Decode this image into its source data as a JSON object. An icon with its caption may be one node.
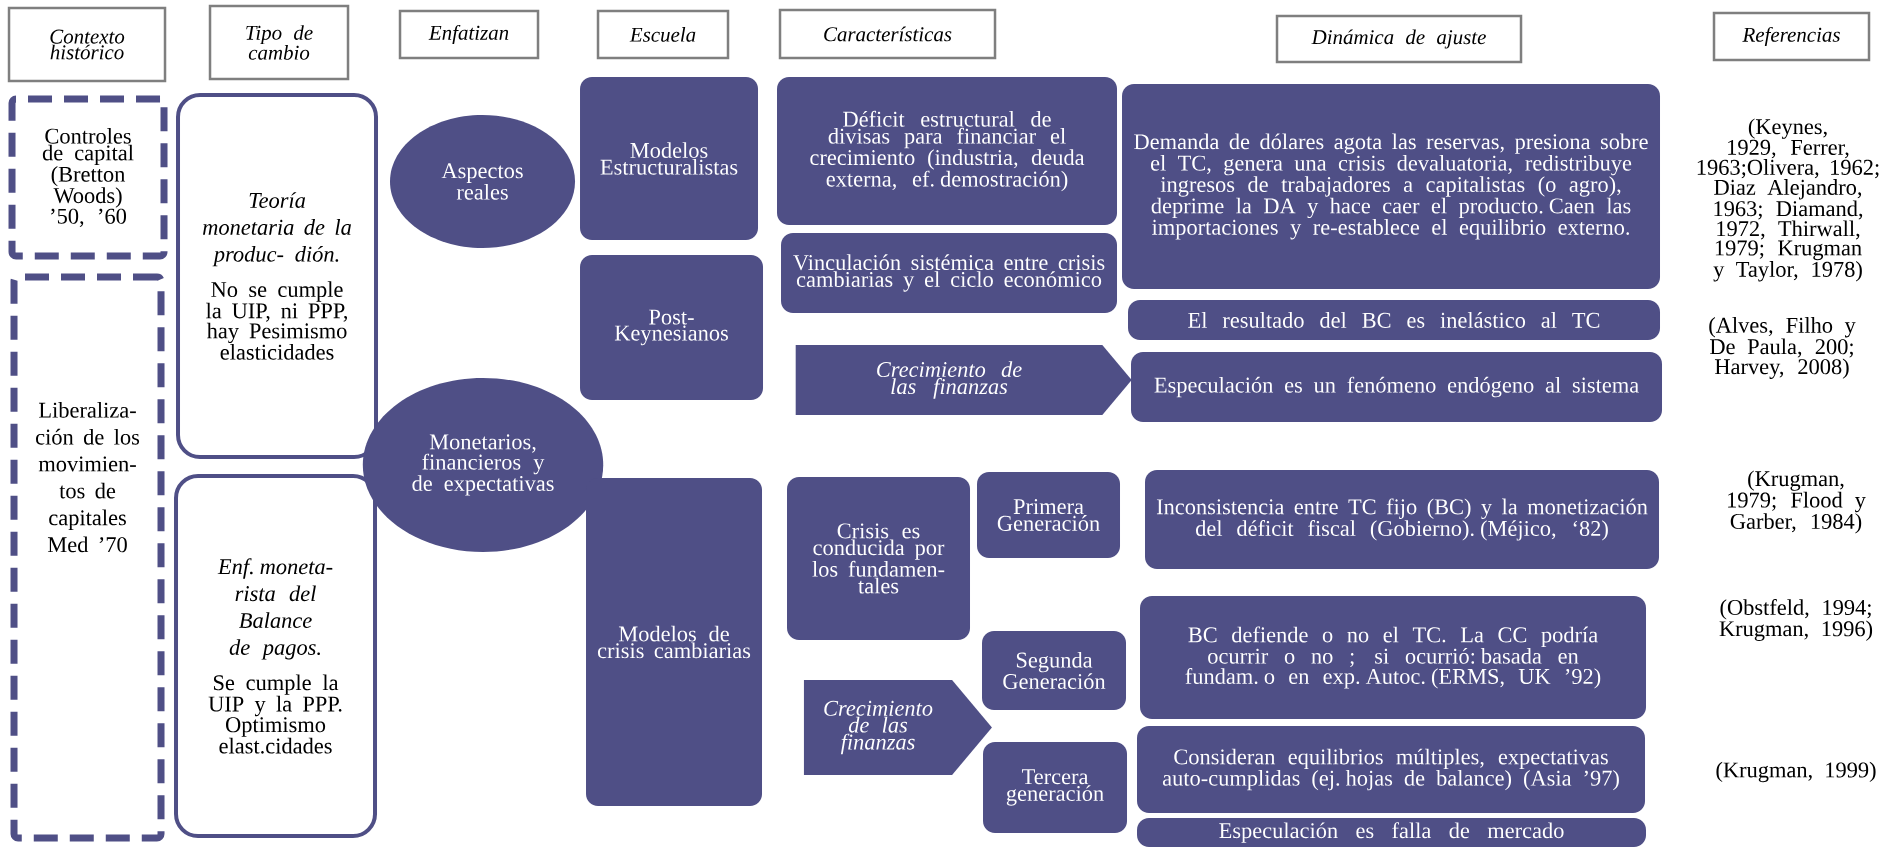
{
  "diagram": {
    "nodes": [
      {
        "text": [
          "Contexto histórico"
        ]
      },
      {
        "text": [
          "Tipo de cambio"
        ]
      },
      {
        "text": [
          "Enfatizan"
        ]
      },
      {
        "text": [
          "Escuela"
        ]
      },
      {
        "text": [
          "Características"
        ]
      },
      {
        "text": [
          "Dinámica de ajuste"
        ]
      },
      {
        "text": [
          "Referencias"
        ]
      },
      {
        "text": [
          "Controles de capital (Bretton Woods) ’50, ’60"
        ]
      },
      {
        "text": [
          "Liberaliza- ción de los movimien- tos de capitales Med ’70"
        ]
      },
      {
        "text": [
          "Teoría monetaria de la produc- dión.",
          "No se cumple la UIP, ni PPP, hay Pesimismo elasticidades"
        ]
      },
      {
        "text": [
          "Enf. moneta- rista del Balance de pagos.",
          "Se cumple la UIP y la PPP. Optimismo elast.cidades"
        ]
      },
      {
        "text": [
          "Aspectos reales"
        ]
      },
      {
        "text": [
          "Monetarios, financieros y de expectativas"
        ]
      },
      {
        "text": [
          "Modelos Estructuralistas"
        ]
      },
      {
        "text": [
          "Post- Keynesianos"
        ]
      },
      {
        "text": [
          "Modelos de crisis cambiarias"
        ]
      },
      {
        "text": [
          "Déficit estructural de divisas para financiar el crecimiento (industria, deuda externa, ef. demostración)"
        ]
      },
      {
        "text": [
          "Vinculación sistémica entre crisis cambiarias y el ciclo económico"
        ]
      },
      {
        "text": [
          "Crecimiento de las finanzas"
        ]
      },
      {
        "text": [
          "Demanda de dólares agota las reservas, presiona sobre el TC, genera una crisis devaluatoria, redistribuye ingresos de trabajadores a capitalistas (o agro), deprime la DA y hace caer el producto. Caen las importaciones y re-establece el equilibrio externo."
        ]
      },
      {
        "text": [
          "El resultado del BC es inelástico al TC"
        ]
      },
      {
        "text": [
          "Especulación es un fenómeno endógeno al sistema"
        ]
      },
      {
        "text": [
          "Crisis es conducida por los fundamen- tales"
        ]
      },
      {
        "text": [
          "Crecimiento de las finanzas"
        ]
      },
      {
        "text": [
          "Primera Generación"
        ]
      },
      {
        "text": [
          "Segunda Generación"
        ]
      },
      {
        "text": [
          "Tercera generación"
        ]
      },
      {
        "text": [
          "Inconsistencia entre TC fijo (BC) y la monetización del déficit fiscal (Gobierno). (Méjico, ‘82)"
        ]
      },
      {
        "text": [
          "BC defiende o no el TC. La CC podría ocurrir o no ; si ocurrió: basada en fundam. o en exp. Autoc. (ERMS, UK ’92)"
        ]
      },
      {
        "text": [
          "Consideran equilibrios múltiples, expectativas auto-cumplidas (ej. hojas de balance) (Asia ’97)"
        ]
      },
      {
        "text": [
          "Especulación es falla de mercado"
        ]
      }
    ],
    "labels": [
      "(Keynes, 1929, Ferrer, 1963;Olivera, 1962; Diaz Alejandro, 1963; Diamand, 1972, Thirwall, 1979; Krugman y Taylor, 1978)",
      "(Alves, Filho y De Paula, 200; Harvey, 2008)",
      "(Krugman, 1979; Flood y Garber, 1984)",
      "(Obstfeld, 1994; Krugman, 1996)",
      "(Krugman, 1999)"
    ]
  }
}
